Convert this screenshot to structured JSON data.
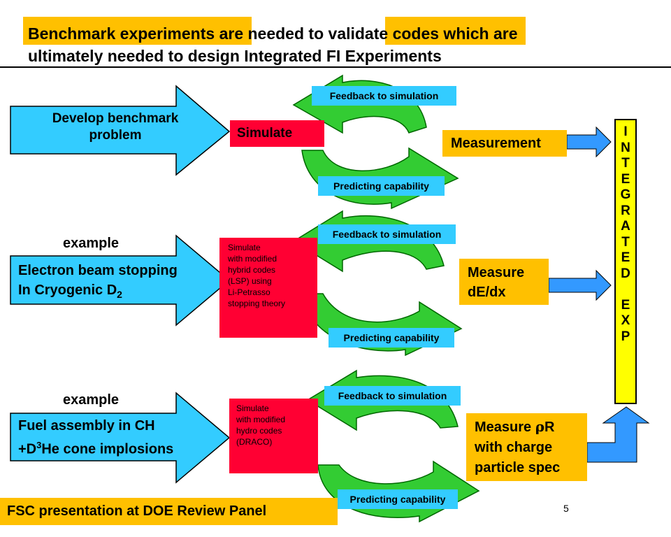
{
  "title": {
    "hl1": "Benchmark experiments",
    "mid1": " are needed to v",
    "hl2": "alidate codes w",
    "mid2": "hich are",
    "line2": "ultimately needed to design Integrated FI Experiments"
  },
  "rows": [
    {
      "input_lines": [
        "Develop benchmark",
        "problem"
      ],
      "simulate": "Simulate",
      "feedback": "Feedback to simulation",
      "predicting": "Predicting capability",
      "measure_lines": [
        "Measurement"
      ]
    },
    {
      "example": "example",
      "input_line1": "Electron beam stopping",
      "input_line2_pre": "In Cryogenic D",
      "input_line2_sub": "2",
      "simulate_lines": [
        "Simulate",
        "with modified",
        "hybrid codes",
        "(LSP)  using",
        "Li-Petrasso",
        "stopping theory"
      ],
      "feedback": "Feedback to simulation",
      "predicting": "Predicting capability",
      "measure_lines": [
        "Measure",
        "dE/dx"
      ]
    },
    {
      "example": "example",
      "input_line1": "Fuel assembly in CH",
      "input_line2_pre": "+D",
      "input_line2_sup": "3",
      "input_line2_post": "He cone implosions",
      "simulate_lines": [
        "Simulate",
        "with modified",
        "hydro codes",
        "(DRACO)"
      ],
      "feedback": "Feedback to simulation",
      "predicting": "Predicting capability",
      "measure_line1_pre": "Measure ",
      "measure_line1_sym": "ρ",
      "measure_line1_post": "R",
      "measure_lines_rest": [
        "with charge",
        "particle spec"
      ]
    }
  ],
  "integrated_letters": [
    "I",
    "N",
    "T",
    "E",
    "G",
    "R",
    "A",
    "T",
    "E",
    "D",
    "",
    "E",
    "X",
    "P"
  ],
  "footer": "FSC presentation at DOE Review Panel",
  "page_number": "5",
  "colors": {
    "highlight": "#ffc000",
    "cyan": "#33ccff",
    "red": "#ff0033",
    "green": "#33cc33",
    "dark_green": "#006600",
    "blue_arrow": "#3399ff",
    "integrated_bar": "#ffff00"
  }
}
